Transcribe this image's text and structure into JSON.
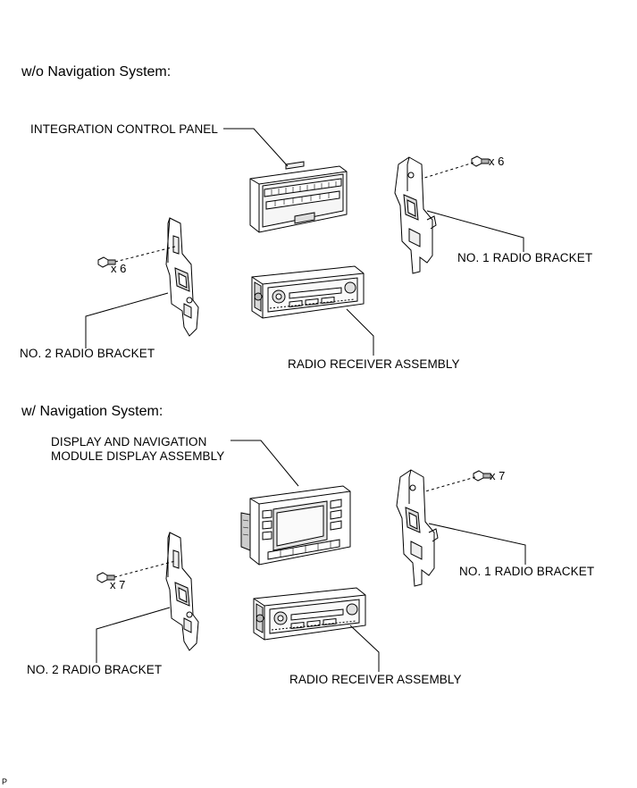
{
  "sections": [
    {
      "heading": "w/o Navigation System:",
      "labels": {
        "panel": "INTEGRATION CONTROL PANEL",
        "bracket_right": "NO. 1 RADIO BRACKET",
        "bracket_left": "NO. 2 RADIO BRACKET",
        "receiver": "RADIO RECEIVER ASSEMBLY"
      },
      "bolt_right_qty": "x 6",
      "bolt_left_qty": "x 6"
    },
    {
      "heading": "w/ Navigation System:",
      "labels": {
        "panel_line1": "DISPLAY AND NAVIGATION",
        "panel_line2": "MODULE DISPLAY ASSEMBLY",
        "bracket_right": "NO. 1 RADIO BRACKET",
        "bracket_left": "NO. 2 RADIO BRACKET",
        "receiver": "RADIO RECEIVER ASSEMBLY"
      },
      "bolt_right_qty": "x 7",
      "bolt_left_qty": "x 7"
    }
  ],
  "corner_mark": "P"
}
